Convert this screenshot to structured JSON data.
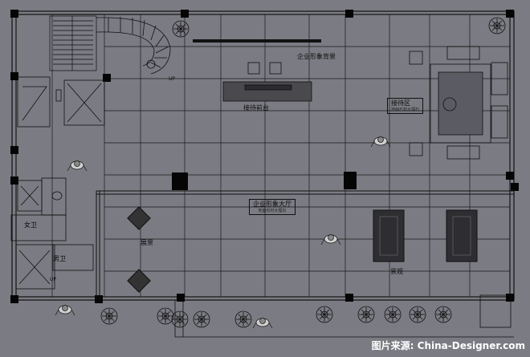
{
  "labels": {
    "wall_feature": "企业形象背景",
    "reception_desk": "接待前台",
    "lounge": "接待区",
    "lounge_sub": "地面石材大理石",
    "hall": "企业形象大厅",
    "hall_sub": "地面石材大理石",
    "wc_left": "女卫",
    "wc_right": "男卫",
    "display_left": "展景",
    "display_right": "景观",
    "stair_up": "UP",
    "lobby_up": "UP"
  },
  "watermark": "图片来源: China-Designer.com",
  "colors": {
    "background": "#7b7b83",
    "line": "#111111",
    "column": "#050505"
  }
}
